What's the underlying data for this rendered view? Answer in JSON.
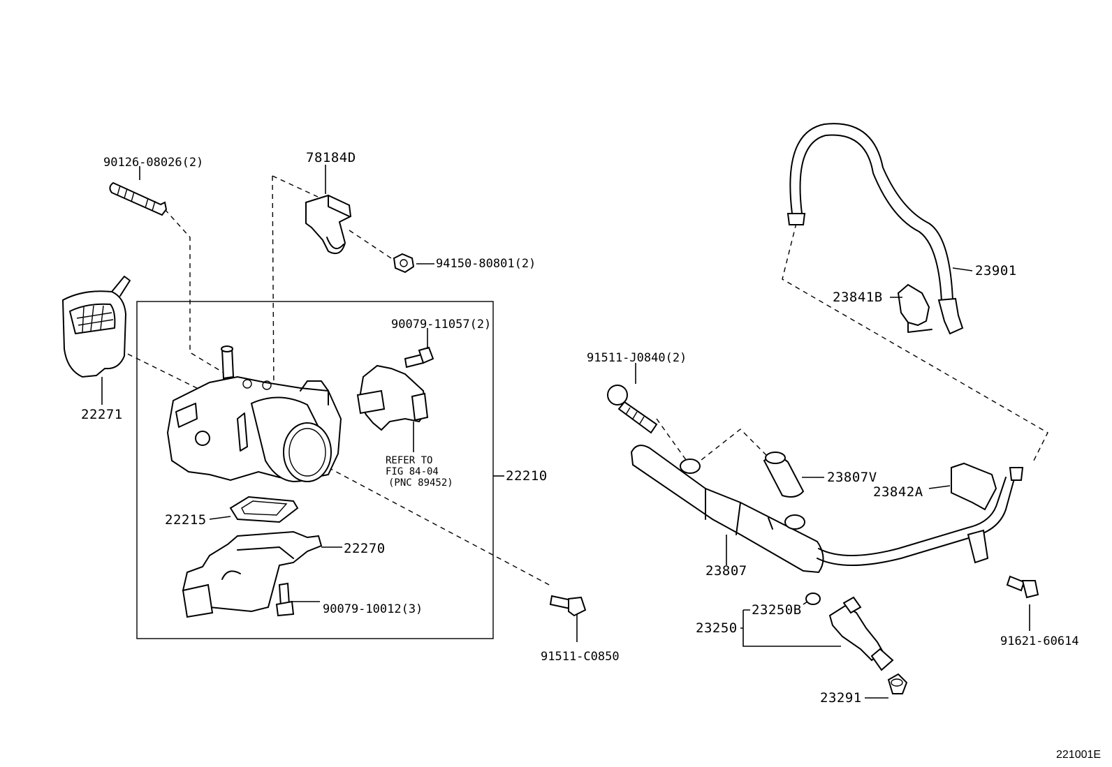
{
  "figure_id": "221001E",
  "labels": {
    "p90126": "90126-08026(2)",
    "p78184d": "78184D",
    "p94150": "94150-80801(2)",
    "p22271": "22271",
    "p90079_11057": "90079-11057(2)",
    "p22210": "22210",
    "p22215": "22215",
    "p22270": "22270",
    "p90079_10012": "90079-10012(3)",
    "p91511_c0850": "91511-C0850",
    "p23901": "23901",
    "p23841b": "23841B",
    "p91511_j0840": "91511-J0840(2)",
    "p23807v": "23807V",
    "p23842a": "23842A",
    "p23807": "23807",
    "p23250b": "23250B",
    "p23250": "23250",
    "p91621": "91621-60614",
    "p23291": "23291"
  },
  "reference_note": [
    "REFER TO",
    "FIG 84-04",
    "(PNC 89452)"
  ]
}
